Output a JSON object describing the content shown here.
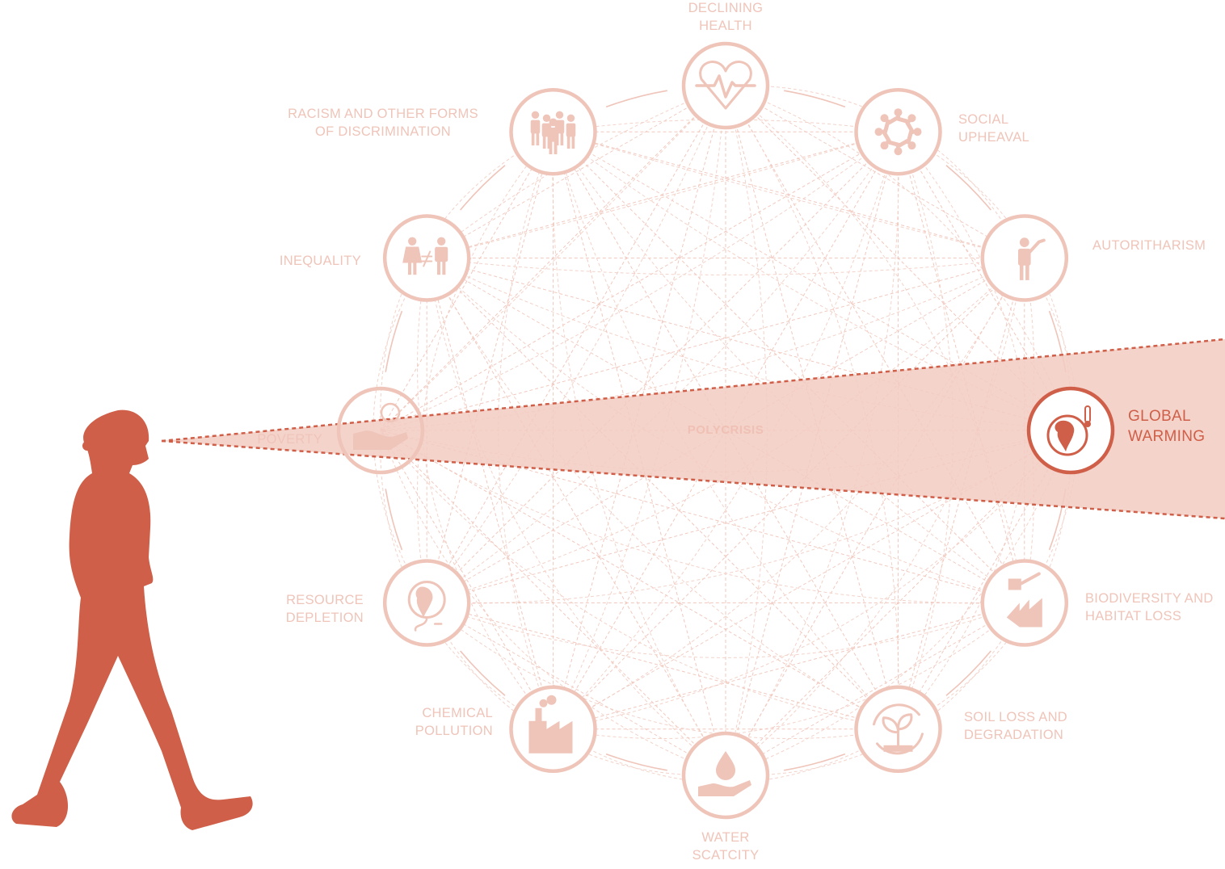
{
  "center_label": "POLYCRISIS",
  "colors": {
    "faded": "#efc4b9",
    "accent": "#cf5f48",
    "beam": "#f2cbc2"
  },
  "figure": {
    "name": "walking-person-silhouette"
  },
  "nodes": [
    {
      "id": "declining-health",
      "icon": "heartbeat-icon",
      "line1": "DECLINING",
      "line2": "HEALTH",
      "highlighted": false
    },
    {
      "id": "social-upheaval",
      "icon": "people-circle-icon",
      "line1": "SOCIAL",
      "line2": "UPHEAVAL",
      "highlighted": false
    },
    {
      "id": "autoritharism",
      "icon": "pointing-man-icon",
      "line1": "AUTORITHARISM",
      "line2": "",
      "highlighted": false
    },
    {
      "id": "global-warming",
      "icon": "earth-thermometer-icon",
      "line1": "GLOBAL",
      "line2": "WARMING",
      "highlighted": true
    },
    {
      "id": "biodiversity",
      "icon": "axe-trees-icon",
      "line1": "BIODIVERSITY AND",
      "line2": "HABITAT LOSS",
      "highlighted": false
    },
    {
      "id": "soil-loss",
      "icon": "seedling-cycle-icon",
      "line1": "SOIL LOSS AND",
      "line2": "DEGRADATION",
      "highlighted": false
    },
    {
      "id": "water-scarcity",
      "icon": "hand-water-drop-icon",
      "line1": "WATER",
      "line2": "SCATCITY",
      "highlighted": false
    },
    {
      "id": "chemical-pollution",
      "icon": "factory-icon",
      "line1": "CHEMICAL",
      "line2": "POLLUTION",
      "highlighted": false
    },
    {
      "id": "resource-depletion",
      "icon": "earth-plug-icon",
      "line1": "RESOURCE",
      "line2": "DEPLETION",
      "highlighted": false
    },
    {
      "id": "poverty",
      "icon": "hand-coin-icon",
      "line1": "POVERTY",
      "line2": "",
      "highlighted": false
    },
    {
      "id": "inequality",
      "icon": "woman-not-equal-man-icon",
      "line1": "INEQUALITY",
      "line2": "",
      "highlighted": false
    },
    {
      "id": "racism",
      "icon": "crowd-icon",
      "line1": "RACISM AND OTHER FORMS",
      "line2": "OF DISCRIMINATION",
      "highlighted": false
    }
  ]
}
